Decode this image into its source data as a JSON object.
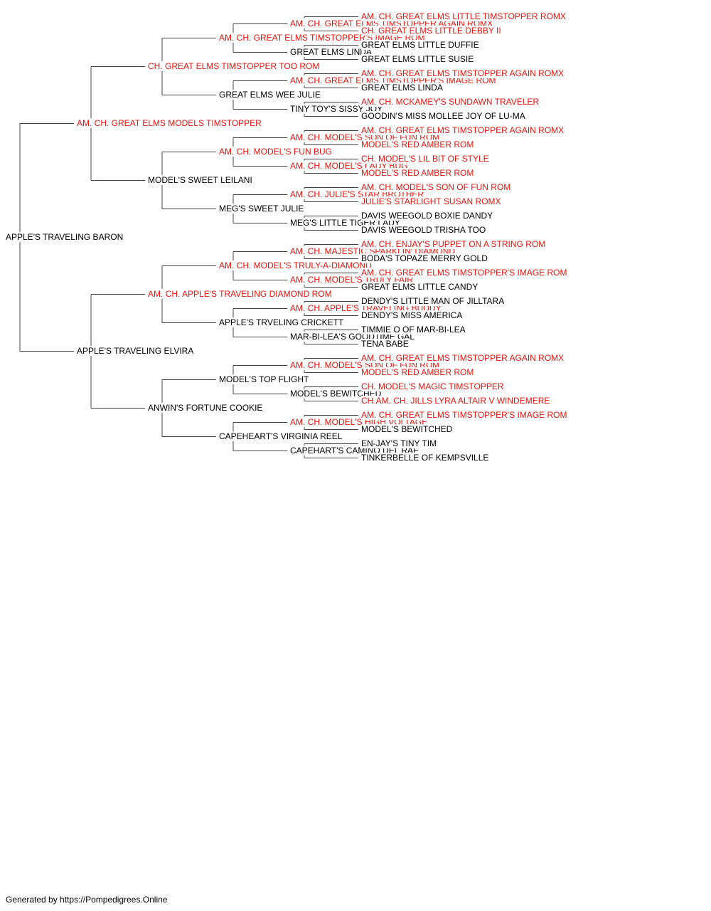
{
  "colors": {
    "champion": "#e8140c",
    "normal": "#000000",
    "line": "#444444"
  },
  "footer": "Generated by https://Pompedigrees.Online",
  "pedigree": [
    {
      "name": "APPLE'S TRAVELING BARON",
      "ch": false
    },
    {
      "name": "AM. CH. GREAT ELMS MODELS TIMSTOPPER",
      "ch": true
    },
    {
      "name": "APPLE'S TRAVELING ELVIRA",
      "ch": false
    },
    {
      "name": "CH. GREAT ELMS TIMSTOPPER TOO ROM",
      "ch": true
    },
    {
      "name": "MODEL'S SWEET LEILANI",
      "ch": false
    },
    {
      "name": "AM. CH. APPLE'S TRAVELING DIAMOND ROM",
      "ch": true
    },
    {
      "name": "ANWIN'S FORTUNE COOKIE",
      "ch": false
    },
    {
      "name": "AM. CH. GREAT ELMS TIMSTOPPER'S IMAGE ROM",
      "ch": true
    },
    {
      "name": "GREAT ELMS WEE JULIE",
      "ch": false
    },
    {
      "name": "AM. CH. MODEL'S FUN BUG",
      "ch": true
    },
    {
      "name": "MEG'S SWEET JULIE",
      "ch": false
    },
    {
      "name": "AM. CH. MODEL'S TRULY-A-DIAMOND",
      "ch": true
    },
    {
      "name": "APPLE'S TRVELING CRICKETT",
      "ch": false
    },
    {
      "name": "MODEL'S TOP FLIGHT",
      "ch": false
    },
    {
      "name": "CAPEHEART'S VIRGINIA REEL",
      "ch": false
    },
    {
      "name": "AM. CH. GREAT ELMS TIMSTOPPER AGAIN ROMX",
      "ch": true
    },
    {
      "name": "GREAT ELMS LINDA",
      "ch": false
    },
    {
      "name": "AM. CH. GREAT ELMS TIMSTOPPER'S IMAGE ROM",
      "ch": true
    },
    {
      "name": "TINY TOY'S SISSY JOY",
      "ch": false
    },
    {
      "name": "AM. CH. MODEL'S SON OF FUN ROM",
      "ch": true
    },
    {
      "name": "AM. CH. MODEL'S LADY BUG",
      "ch": true
    },
    {
      "name": "AM. CH. JULIE'S STAR BROTHER",
      "ch": true
    },
    {
      "name": "MEG'S LITTLE TIGER LADY",
      "ch": false
    },
    {
      "name": "AM. CH. MAJESTIC SPARKLIN' DIAMOND",
      "ch": true
    },
    {
      "name": "AM. CH. MODEL'S TRULY FAIR",
      "ch": true
    },
    {
      "name": "AM. CH. APPLE'S TRAVELING BUDDY",
      "ch": true
    },
    {
      "name": "MAR-BI-LEA'S GOODTIME GAL",
      "ch": false
    },
    {
      "name": "AM. CH. MODEL'S SON OF FUN ROM",
      "ch": true
    },
    {
      "name": "MODEL'S BEWITCHED",
      "ch": false
    },
    {
      "name": "AM. CH. MODEL'S HIGH VOLTAGE",
      "ch": true
    },
    {
      "name": "CAPEHART'S CAMINO DEL RAE",
      "ch": false
    },
    {
      "name": "AM. CH. GREAT ELMS LITTLE TIMSTOPPER ROMX",
      "ch": true
    },
    {
      "name": "CH. GREAT ELMS LITTLE DEBBY II",
      "ch": true
    },
    {
      "name": "GREAT ELMS LITTLE DUFFIE",
      "ch": false
    },
    {
      "name": "GREAT ELMS LITTLE SUSIE",
      "ch": false
    },
    {
      "name": "AM. CH. GREAT ELMS TIMSTOPPER AGAIN ROMX",
      "ch": true
    },
    {
      "name": "GREAT ELMS LINDA",
      "ch": false
    },
    {
      "name": "AM. CH. MCKAMEY'S SUNDAWN TRAVELER",
      "ch": true
    },
    {
      "name": "GOODIN'S MISS MOLLEE JOY OF LU-MA",
      "ch": false
    },
    {
      "name": "AM. CH. GREAT ELMS TIMSTOPPER AGAIN ROMX",
      "ch": true
    },
    {
      "name": "MODEL'S RED AMBER ROM",
      "ch": true
    },
    {
      "name": "CH. MODEL'S LIL BIT OF STYLE",
      "ch": true
    },
    {
      "name": "MODEL'S RED AMBER ROM",
      "ch": true
    },
    {
      "name": "AM. CH. MODEL'S SON OF FUN ROM",
      "ch": true
    },
    {
      "name": "JULIE'S STARLIGHT SUSAN ROMX",
      "ch": true
    },
    {
      "name": "DAVIS WEEGOLD BOXIE DANDY",
      "ch": false
    },
    {
      "name": "DAVIS WEEGOLD TRISHA TOO",
      "ch": false
    },
    {
      "name": "AM. CH. ENJAY'S PUPPET ON A STRING ROM",
      "ch": true
    },
    {
      "name": "BODA'S TOPAZE MERRY GOLD",
      "ch": false
    },
    {
      "name": "AM. CH. GREAT ELMS TIMSTOPPER'S IMAGE ROM",
      "ch": true
    },
    {
      "name": "GREAT ELMS LITTLE CANDY",
      "ch": false
    },
    {
      "name": "DENDY'S LITTLE MAN OF JILLTARA",
      "ch": false
    },
    {
      "name": "DENDY'S MISS AMERICA",
      "ch": false
    },
    {
      "name": "TIMMIE O OF MAR-BI-LEA",
      "ch": false
    },
    {
      "name": "TENA BABE",
      "ch": false
    },
    {
      "name": "AM. CH. GREAT ELMS TIMSTOPPER AGAIN ROMX",
      "ch": true
    },
    {
      "name": "MODEL'S RED AMBER ROM",
      "ch": true
    },
    {
      "name": "CH. MODEL'S MAGIC TIMSTOPPER",
      "ch": true
    },
    {
      "name": "CH.AM. CH. JILLS LYRA ALTAIR V WINDEMERE",
      "ch": true
    },
    {
      "name": "AM. CH. GREAT ELMS TIMSTOPPER'S IMAGE ROM",
      "ch": true
    },
    {
      "name": "MODEL'S BEWITCHED",
      "ch": false
    },
    {
      "name": "EN-JAY'S TINY TIM",
      "ch": false
    },
    {
      "name": "TINKERBELLE OF KEMPSVILLE",
      "ch": false
    }
  ]
}
